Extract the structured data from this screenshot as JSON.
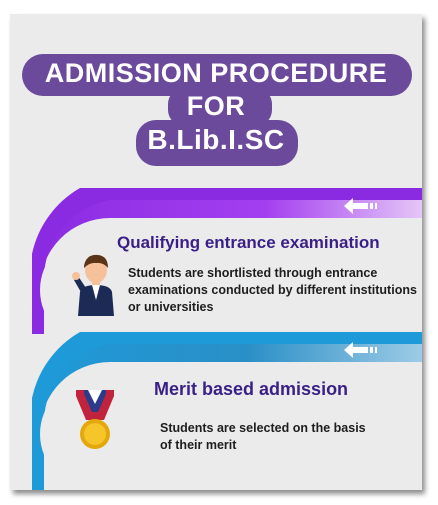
{
  "title": {
    "line1": "ADMISSION PROCEDURE",
    "line2": "FOR",
    "line3": "B.Lib.I.SC"
  },
  "steps": [
    {
      "title": "Qualifying entrance examination",
      "description": "Students are shortlisted through entrance examinations conducted by different institutions or universities",
      "icon": "student-icon",
      "color": "#8a2be2"
    },
    {
      "title": "Merit based admission",
      "description": "Students are selected on the basis of their merit",
      "icon": "medal-icon",
      "color": "#1e9ad8"
    }
  ],
  "colors": {
    "title_bg": "#6b4a9c",
    "title_text": "#ffffff",
    "heading_text": "#3a1f87",
    "card_bg": "#ebebeb"
  }
}
